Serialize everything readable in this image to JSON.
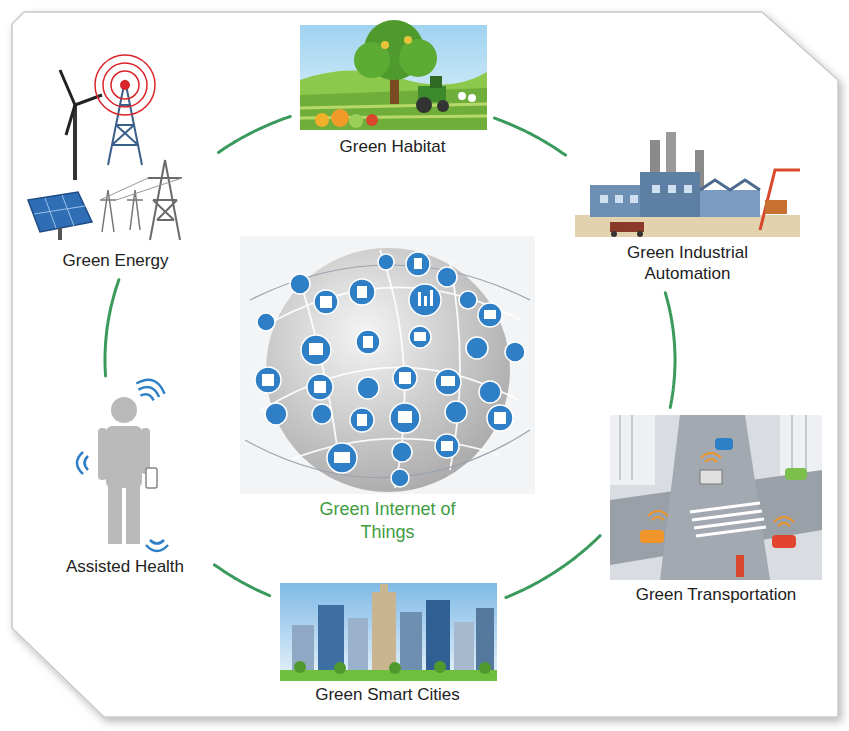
{
  "diagram": {
    "nodes": [
      {
        "text": [
          "Green Internet of Things"
        ]
      },
      {
        "text": [
          "Green Habitat"
        ]
      },
      {
        "text": [
          "Green Industrial Automation"
        ]
      },
      {
        "text": [
          "Green Transportation"
        ]
      },
      {
        "text": [
          "Green Smart Cities"
        ]
      },
      {
        "text": [
          "Assisted Health"
        ]
      },
      {
        "text": [
          "Green Energy"
        ]
      }
    ],
    "edges": [
      {
        "from": 1,
        "to": 2,
        "arrow": "none"
      },
      {
        "from": 2,
        "to": 3,
        "arrow": "none"
      },
      {
        "from": 3,
        "to": 4,
        "arrow": "none"
      },
      {
        "from": 4,
        "to": 5,
        "arrow": "none"
      },
      {
        "from": 5,
        "to": 6,
        "arrow": "none"
      },
      {
        "from": 6,
        "to": 1,
        "arrow": "none"
      }
    ]
  }
}
